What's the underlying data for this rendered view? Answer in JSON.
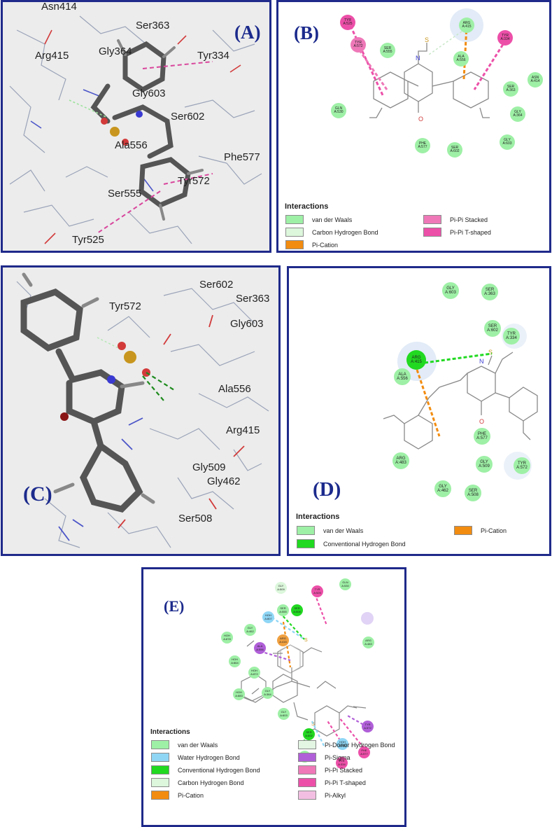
{
  "panels": {
    "A": {
      "label": "(A)",
      "residues": [
        "Asn414",
        "Arg415",
        "Ser363",
        "Gly364",
        "Tyr334",
        "Gly603",
        "Ser602",
        "Ala556",
        "Phe577",
        "Tyr572",
        "Ser555",
        "Tyr525"
      ]
    },
    "B": {
      "label": "(B)",
      "residues": [
        {
          "name": "TYR",
          "num": "A:525"
        },
        {
          "name": "TYR",
          "num": "A:572"
        },
        {
          "name": "SER",
          "num": "A:555"
        },
        {
          "name": "ARG",
          "num": "A:415"
        },
        {
          "name": "ALA",
          "num": "A:556"
        },
        {
          "name": "TYR",
          "num": "A:334"
        },
        {
          "name": "ASN",
          "num": "A:414"
        },
        {
          "name": "SER",
          "num": "A:363"
        },
        {
          "name": "GLN",
          "num": "A:530"
        },
        {
          "name": "GLY",
          "num": "A:364"
        },
        {
          "name": "GLY",
          "num": "A:603"
        },
        {
          "name": "PHE",
          "num": "A:577"
        },
        {
          "name": "SER",
          "num": "A:602"
        }
      ],
      "legend_title": "Interactions",
      "legend": [
        {
          "label": "van der Waals",
          "color": "#9ef0a6"
        },
        {
          "label": "Carbon Hydrogen Bond",
          "color": "#dcf7dc"
        },
        {
          "label": "Pi-Cation",
          "color": "#f28c10"
        },
        {
          "label": "Pi-Pi Stacked",
          "color": "#ee78b8"
        },
        {
          "label": "Pi-Pi T-shaped",
          "color": "#ec4fa8"
        }
      ]
    },
    "C": {
      "label": "(C)",
      "residues": [
        "Ser602",
        "Ser363",
        "Tyr572",
        "Gly603",
        "Ala556",
        "Arg415",
        "Gly509",
        "Gly462",
        "Ser508"
      ]
    },
    "D": {
      "label": "(D)",
      "residues": [
        {
          "name": "GLY",
          "num": "A:603"
        },
        {
          "name": "SER",
          "num": "A:363"
        },
        {
          "name": "SER",
          "num": "A:602"
        },
        {
          "name": "TYR",
          "num": "A:334"
        },
        {
          "name": "ARG",
          "num": "A:415"
        },
        {
          "name": "ALA",
          "num": "A:556"
        },
        {
          "name": "PHE",
          "num": "A:577"
        },
        {
          "name": "ARG",
          "num": "A:483"
        },
        {
          "name": "GLY",
          "num": "A:509"
        },
        {
          "name": "TYR",
          "num": "A:572"
        },
        {
          "name": "GLY",
          "num": "A:462"
        },
        {
          "name": "SER",
          "num": "A:508"
        }
      ],
      "legend_title": "Interactions",
      "legend": [
        {
          "label": "van der Waals",
          "color": "#9ef0a6"
        },
        {
          "label": "Conventional Hydrogen Bond",
          "color": "#21d921"
        },
        {
          "label": "Pi-Cation",
          "color": "#f28c10"
        }
      ]
    },
    "E": {
      "label": "(E)",
      "residues": [
        {
          "name": "GLY",
          "num": "A:509"
        },
        {
          "name": "GLN",
          "num": "A:530"
        },
        {
          "name": "TYR",
          "num": "A:525"
        },
        {
          "name": "SER",
          "num": "A:555"
        },
        {
          "name": "SER",
          "num": "A:508"
        },
        {
          "name": "HOH",
          "num": "A:807"
        },
        {
          "name": "GLY",
          "num": "A:462"
        },
        {
          "name": "HOH",
          "num": "A:878"
        },
        {
          "name": "ARG",
          "num": "A:415"
        },
        {
          "name": "ARG",
          "num": "A:483"
        },
        {
          "name": "ALA",
          "num": "A:556"
        },
        {
          "name": "HOH",
          "num": "A:864"
        },
        {
          "name": "HOH",
          "num": "A:872"
        },
        {
          "name": "HOH",
          "num": "A:883"
        },
        {
          "name": "GLY",
          "num": "A:364"
        },
        {
          "name": "GLY",
          "num": "A:603"
        },
        {
          "name": "SER",
          "num": "A:602"
        },
        {
          "name": "HOH",
          "num": "A:866"
        },
        {
          "name": "TYR",
          "num": "A:572"
        },
        {
          "name": "PHE",
          "num": "A:577"
        },
        {
          "name": "TYR",
          "num": "A:334"
        },
        {
          "name": "SER",
          "num": "A:363"
        }
      ],
      "legend_title": "Interactions",
      "legend": [
        {
          "label": "van der Waals",
          "color": "#9ef0a6"
        },
        {
          "label": "Water Hydrogen Bond",
          "color": "#8fd6f5"
        },
        {
          "label": "Conventional Hydrogen Bond",
          "color": "#21d921"
        },
        {
          "label": "Carbon Hydrogen Bond",
          "color": "#dcf7dc"
        },
        {
          "label": "Pi-Cation",
          "color": "#f28c10"
        },
        {
          "label": "Pi-Donor Hydrogen Bond",
          "color": "#e3f5e3"
        },
        {
          "label": "Pi-Sigma",
          "color": "#b05fd8"
        },
        {
          "label": "Pi-Pi Stacked",
          "color": "#ee78b8"
        },
        {
          "label": "Pi-Pi T-shaped",
          "color": "#ec4fa8"
        },
        {
          "label": "Pi-Alkyl",
          "color": "#f2bfe2"
        }
      ]
    }
  }
}
